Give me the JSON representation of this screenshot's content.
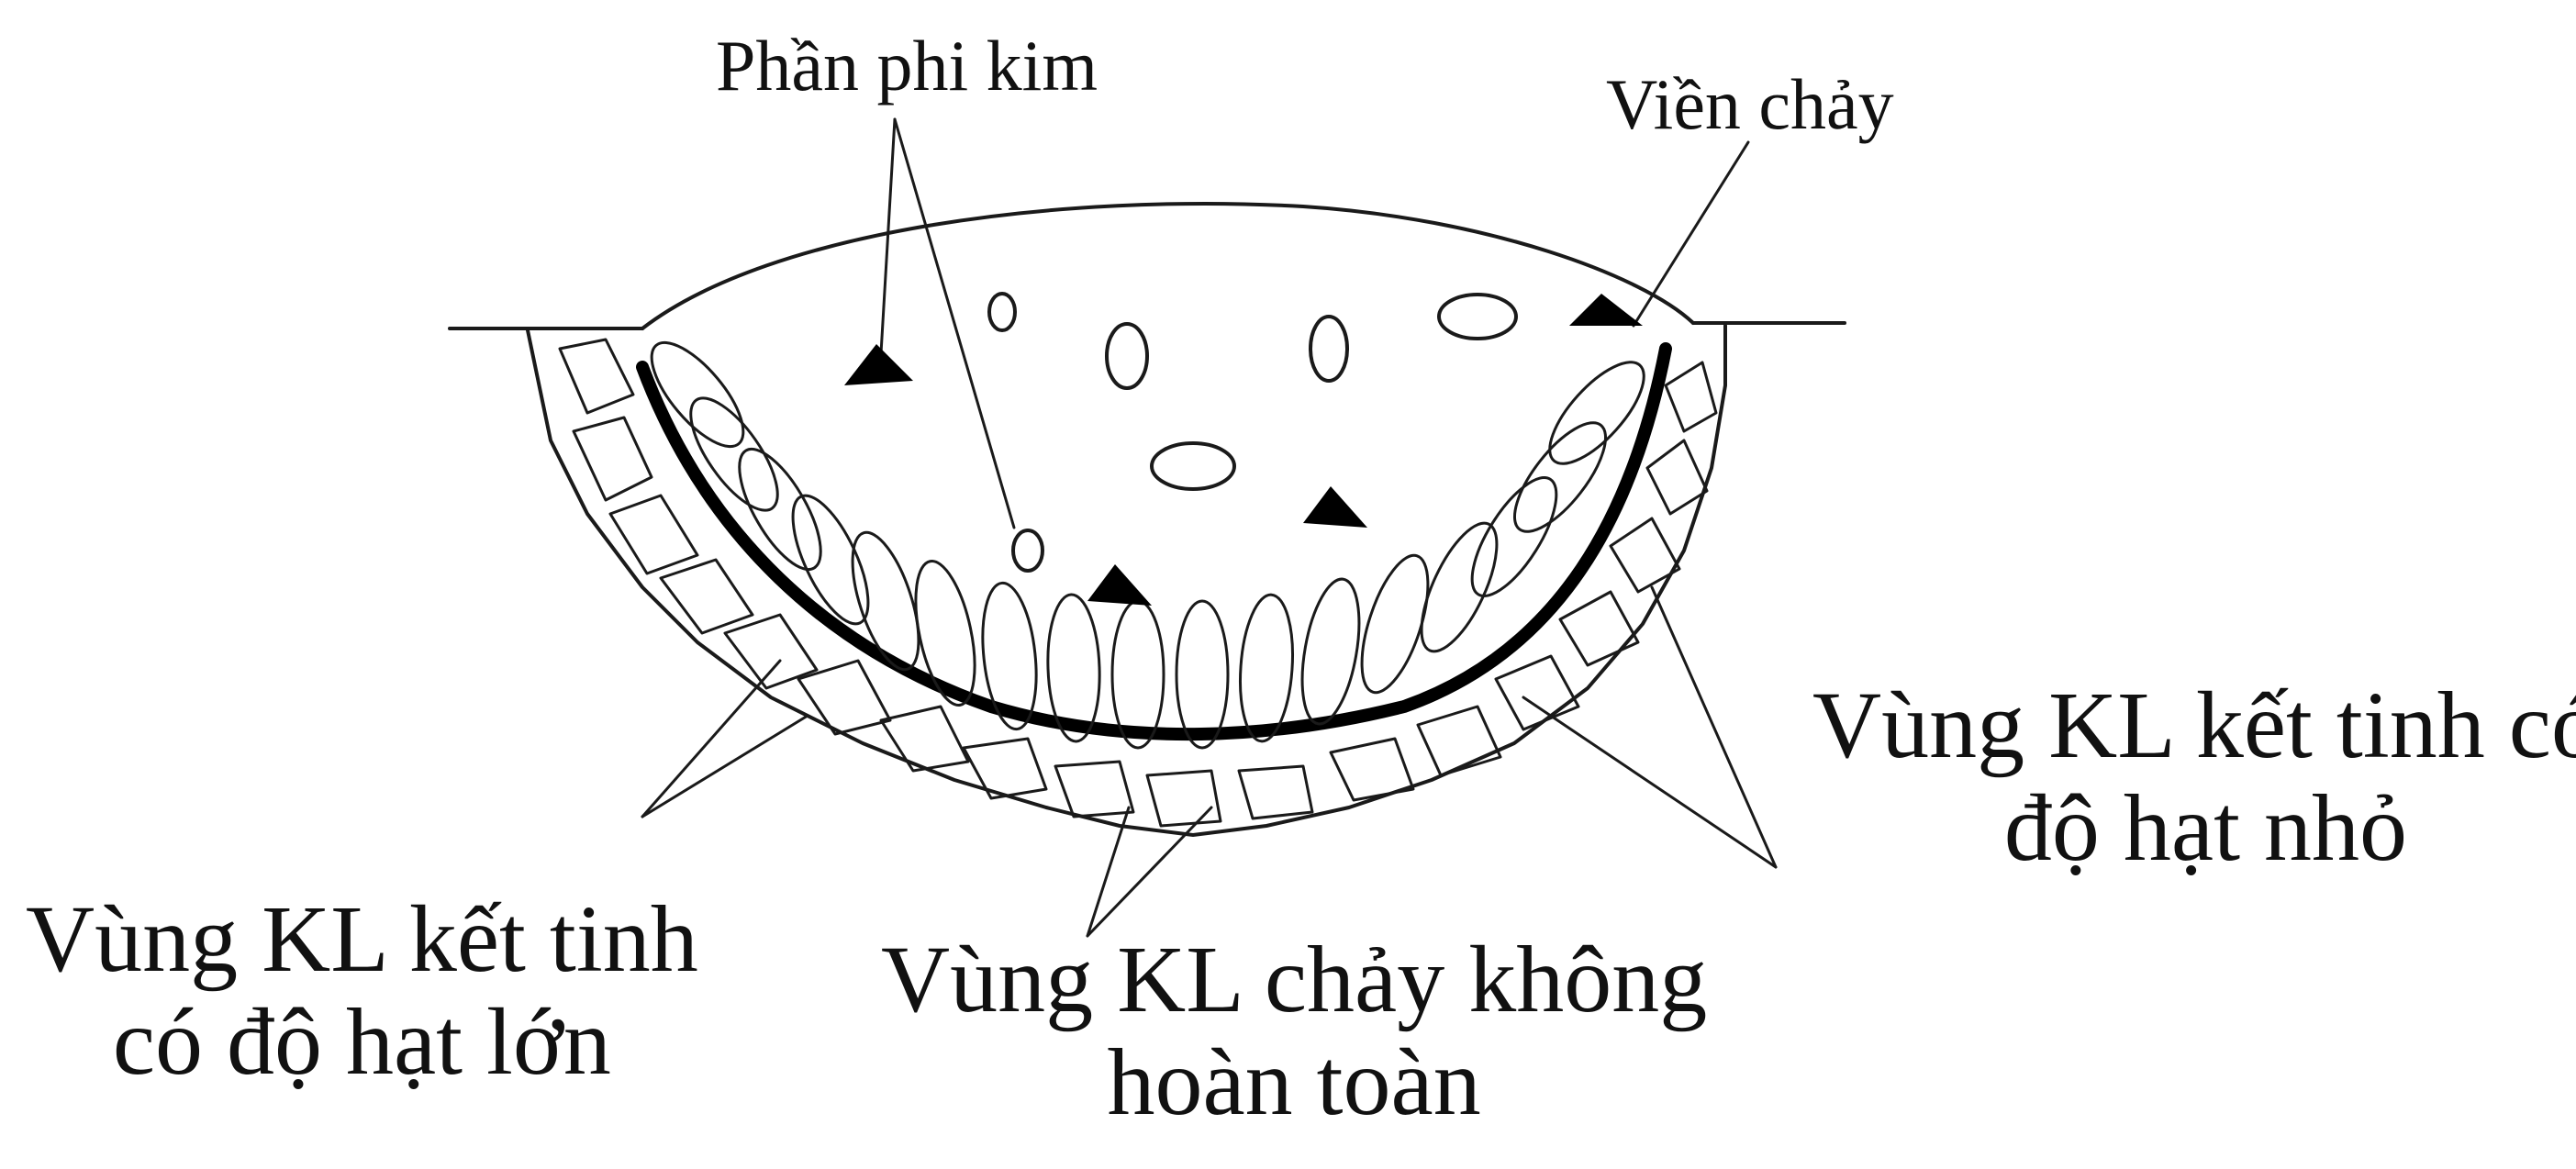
{
  "labels": {
    "nonmetal": "Phần phi kim",
    "fusion_line": "Viền chảy",
    "fine_grain": [
      "Vùng KL kết tinh có",
      "độ hạt nhỏ"
    ],
    "coarse_grain": [
      "Vùng KL kết tinh",
      "có độ hạt lớn"
    ],
    "partial_melt": [
      "Vùng KL chảy không",
      "hoàn toàn"
    ]
  },
  "colors": {
    "ink": "#111111",
    "background": "#ffffff"
  }
}
